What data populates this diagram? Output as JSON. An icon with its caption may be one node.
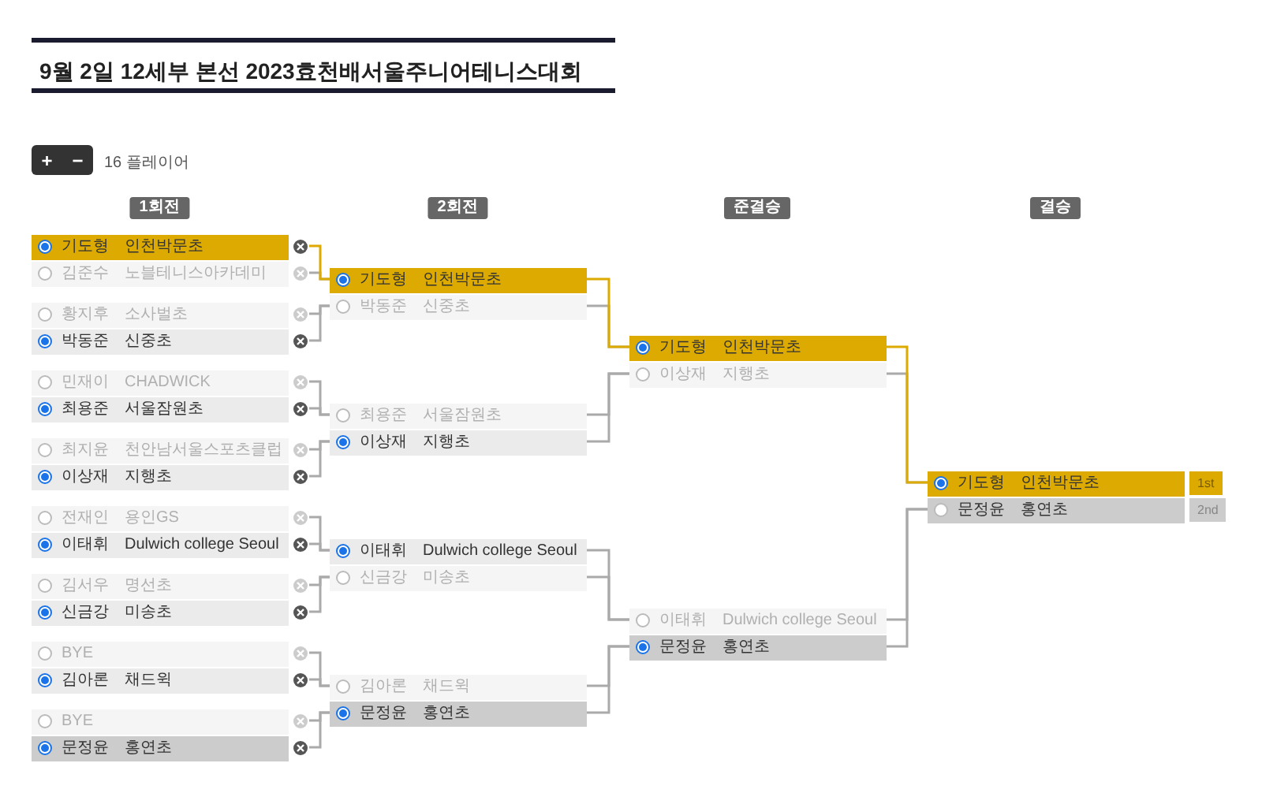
{
  "diagram": {
    "title": "9월 2일 12세부 본선 2023효천배서울주니어테니스대회",
    "nodes": [
      {
        "text": [
          "기도형",
          "인천박문초"
        ]
      },
      {
        "text": [
          "김준수",
          "노블테니스아카데미"
        ]
      },
      {
        "text": [
          "황지후",
          "소사벌초"
        ]
      },
      {
        "text": [
          "박동준",
          "신중초"
        ]
      },
      {
        "text": [
          "민재이",
          "CHADWICK"
        ]
      },
      {
        "text": [
          "최용준",
          "서울잠원초"
        ]
      },
      {
        "text": [
          "최지윤",
          "천안남서울스포츠클럽"
        ]
      },
      {
        "text": [
          "이상재",
          "지행초"
        ]
      },
      {
        "text": [
          "전재인",
          "용인GS"
        ]
      },
      {
        "text": [
          "이태휘",
          "Dulwich college Seoul"
        ]
      },
      {
        "text": [
          "김서우",
          "명선초"
        ]
      },
      {
        "text": [
          "신금강",
          "미송초"
        ]
      },
      {
        "text": [
          "BYE"
        ]
      },
      {
        "text": [
          "김아론",
          "채드윅"
        ]
      },
      {
        "text": [
          "BYE"
        ]
      },
      {
        "text": [
          "문정윤",
          "홍연초"
        ]
      },
      {
        "text": [
          "기도형",
          "인천박문초"
        ]
      },
      {
        "text": [
          "박동준",
          "신중초"
        ]
      },
      {
        "text": [
          "최용준",
          "서울잠원초"
        ]
      },
      {
        "text": [
          "이상재",
          "지행초"
        ]
      },
      {
        "text": [
          "이태휘",
          "Dulwich college Seoul"
        ]
      },
      {
        "text": [
          "신금강",
          "미송초"
        ]
      },
      {
        "text": [
          "김아론",
          "채드윅"
        ]
      },
      {
        "text": [
          "문정윤",
          "홍연초"
        ]
      },
      {
        "text": [
          "기도형",
          "인천박문초"
        ]
      },
      {
        "text": [
          "이상재",
          "지행초"
        ]
      },
      {
        "text": [
          "이태휘",
          "Dulwich college Seoul"
        ]
      },
      {
        "text": [
          "문정윤",
          "홍연초"
        ]
      },
      {
        "text": [
          "기도형",
          "인천박문초"
        ],
        "beside": [
          "1st"
        ]
      },
      {
        "text": [
          "문정윤",
          "홍연초"
        ],
        "beside": [
          "2nd"
        ]
      }
    ],
    "edges": [
      {
        "from": 0,
        "to": 16,
        "arrow": "none",
        "color": "#dcaa00"
      },
      {
        "from": 1,
        "to": 16,
        "arrow": "none"
      },
      {
        "from": 2,
        "to": 17,
        "arrow": "none"
      },
      {
        "from": 3,
        "to": 17,
        "arrow": "none"
      },
      {
        "from": 4,
        "to": 18,
        "arrow": "none"
      },
      {
        "from": 5,
        "to": 18,
        "arrow": "none"
      },
      {
        "from": 6,
        "to": 19,
        "arrow": "none"
      },
      {
        "from": 7,
        "to": 19,
        "arrow": "none"
      },
      {
        "from": 8,
        "to": 20,
        "arrow": "none"
      },
      {
        "from": 9,
        "to": 20,
        "arrow": "none"
      },
      {
        "from": 10,
        "to": 21,
        "arrow": "none"
      },
      {
        "from": 11,
        "to": 21,
        "arrow": "none"
      },
      {
        "from": 12,
        "to": 22,
        "arrow": "none"
      },
      {
        "from": 13,
        "to": 22,
        "arrow": "none"
      },
      {
        "from": 14,
        "to": 23,
        "arrow": "none"
      },
      {
        "from": 15,
        "to": 23,
        "arrow": "none"
      },
      {
        "from": 16,
        "to": 24,
        "arrow": "none",
        "color": "#dcaa00"
      },
      {
        "from": 17,
        "to": 24,
        "arrow": "none"
      },
      {
        "from": 18,
        "to": 25,
        "arrow": "none"
      },
      {
        "from": 19,
        "to": 25,
        "arrow": "none"
      },
      {
        "from": 20,
        "to": 26,
        "arrow": "none"
      },
      {
        "from": 21,
        "to": 26,
        "arrow": "none"
      },
      {
        "from": 22,
        "to": 27,
        "arrow": "none"
      },
      {
        "from": 23,
        "to": 27,
        "arrow": "none"
      },
      {
        "from": 24,
        "to": 28,
        "arrow": "none",
        "color": "#dcaa00"
      },
      {
        "from": 25,
        "to": 28,
        "arrow": "none"
      },
      {
        "from": 26,
        "to": 29,
        "arrow": "none"
      },
      {
        "from": 27,
        "to": 29,
        "arrow": "none"
      }
    ],
    "labels": [
      "+",
      "−",
      "16 플레이어",
      "1회전",
      "2회전",
      "준결승",
      "결승"
    ]
  }
}
